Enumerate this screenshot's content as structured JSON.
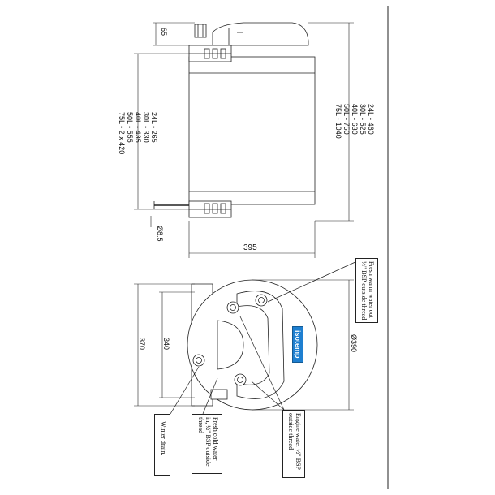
{
  "dimensions": {
    "top_height": "65",
    "length_main": [
      "24L - 460",
      "30L - 525",
      "40L - 630",
      "50L - 750",
      "75L - 1040"
    ],
    "length_mounts": [
      "24L - 265",
      "30L - 330",
      "40L - 435",
      "50L - 555",
      "75L - 2 x 420"
    ],
    "pipe_diameter": "Ø8.5",
    "width": "395",
    "height_370": "370",
    "height_340": "340",
    "diameter": "Ø390"
  },
  "callouts": {
    "fresh_warm_water_out": [
      "Fresh warm water out",
      "½\" BSP outside thread"
    ],
    "engine_water": [
      "Engine water ½\" BSP",
      "outside thread"
    ],
    "fresh_cold_water_in": [
      "Fresh cold water",
      "in, ½\" BSP outside",
      "thread"
    ],
    "winter_drain": [
      "Winter drain."
    ]
  },
  "logo": "isotemp",
  "colors": {
    "logo_blue": "#1e7fd0",
    "line": "#222222"
  }
}
